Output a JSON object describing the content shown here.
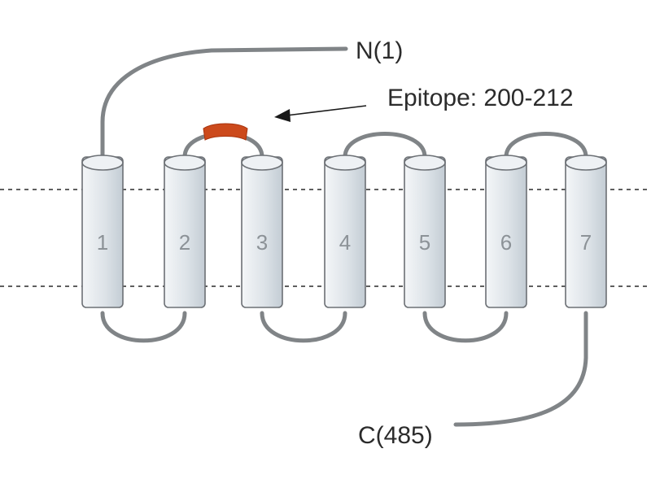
{
  "labels": {
    "n_terminus": "N(1)",
    "c_terminus": "C(485)",
    "epitope": "Epitope: 200-212"
  },
  "helices": [
    {
      "number": "1"
    },
    {
      "number": "2"
    },
    {
      "number": "3"
    },
    {
      "number": "4"
    },
    {
      "number": "5"
    },
    {
      "number": "6"
    },
    {
      "number": "7"
    }
  ],
  "colors": {
    "helix_fill_light": "#f4f6f8",
    "helix_fill_dark": "#c3ccd4",
    "loop": "#808487",
    "epitope": "#cc4a1c",
    "membrane": "#2a2a2a"
  }
}
